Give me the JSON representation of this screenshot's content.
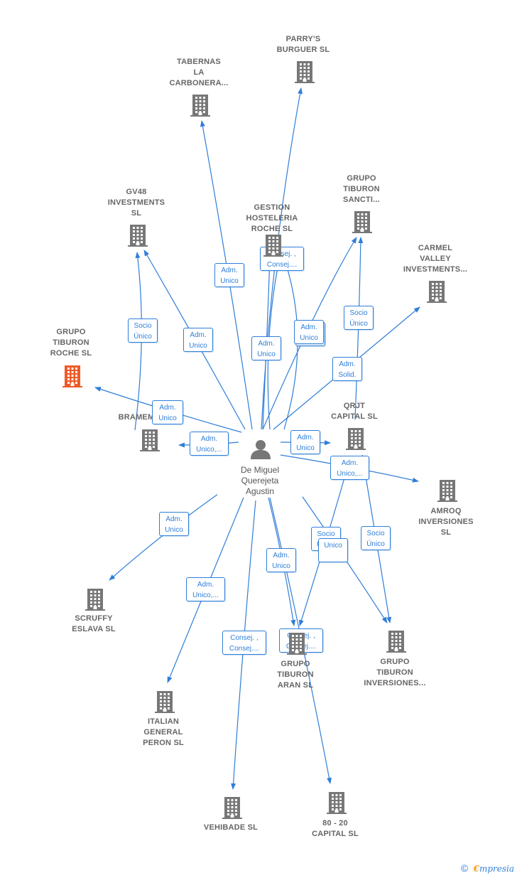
{
  "colors": {
    "edge": "#2f7ed8",
    "node": "#777777",
    "highlight": "#f05a28"
  },
  "center": {
    "name": "De Miguel\nQuerejeta\nAgustin",
    "icon": "person-icon"
  },
  "companies": [
    {
      "id": "parrys",
      "name": "PARRY'S\nBURGUER SL"
    },
    {
      "id": "tabernas",
      "name": "TABERNAS\nLA\nCARBONERA..."
    },
    {
      "id": "gt_sancti",
      "name": "GRUPO\nTIBURON\nSANCTI..."
    },
    {
      "id": "gv48",
      "name": "GV48\nINVESTMENTS\nSL"
    },
    {
      "id": "gestion",
      "name": "GESTION\nHOSTELERIA\nROCHE SL"
    },
    {
      "id": "carmel",
      "name": "CARMEL\nVALLEY\nINVESTMENTS..."
    },
    {
      "id": "gt_roche",
      "name": "GRUPO\nTIBURON\nROCHE SL",
      "highlight": true
    },
    {
      "id": "bramem",
      "name": "BRAMEM"
    },
    {
      "id": "qrjt",
      "name": "QRJT\nCAPITAL SL"
    },
    {
      "id": "amroq",
      "name": "AMROQ\nINVERSIONES\nSL"
    },
    {
      "id": "scruffy",
      "name": "SCRUFFY\nESLAVA SL"
    },
    {
      "id": "gt_aran",
      "name": "GRUPO\nTIBURON\nARAN SL"
    },
    {
      "id": "gt_inversiones",
      "name": "GRUPO\nTIBURON\nINVERSIONES..."
    },
    {
      "id": "italian",
      "name": "ITALIAN\nGENERAL\nPERON SL"
    },
    {
      "id": "vehibade",
      "name": "VEHIBADE SL"
    },
    {
      "id": "c8020",
      "name": "80 - 20\nCAPITAL SL"
    }
  ],
  "edge_labels": [
    "Adm.\nUnico",
    "Consej. ,\nConsej....",
    "Socio\nÚnico",
    "Adm.\nUnico",
    "Adm.\nUnico",
    "Adm.\nUnico",
    "Socio\nÚnico",
    "Adm.\nSolid.",
    "Adm.\nUnico",
    "Adm.\nUnico,...",
    "Adm.\nUnico",
    "Adm.\nUnico,...",
    "Adm.\nUnico",
    "Socio\nÚnico",
    "Unico",
    "Socio\nÚnico",
    "Adm.\nUnico",
    "Adm.\nUnico,...",
    "Consej. ,\nConsej....",
    "Consej. ,\nConsej....",
    "Adm.\nUnico"
  ],
  "footer": {
    "copyright": "©",
    "brand_first": "€",
    "brand_rest": "mpresia"
  }
}
